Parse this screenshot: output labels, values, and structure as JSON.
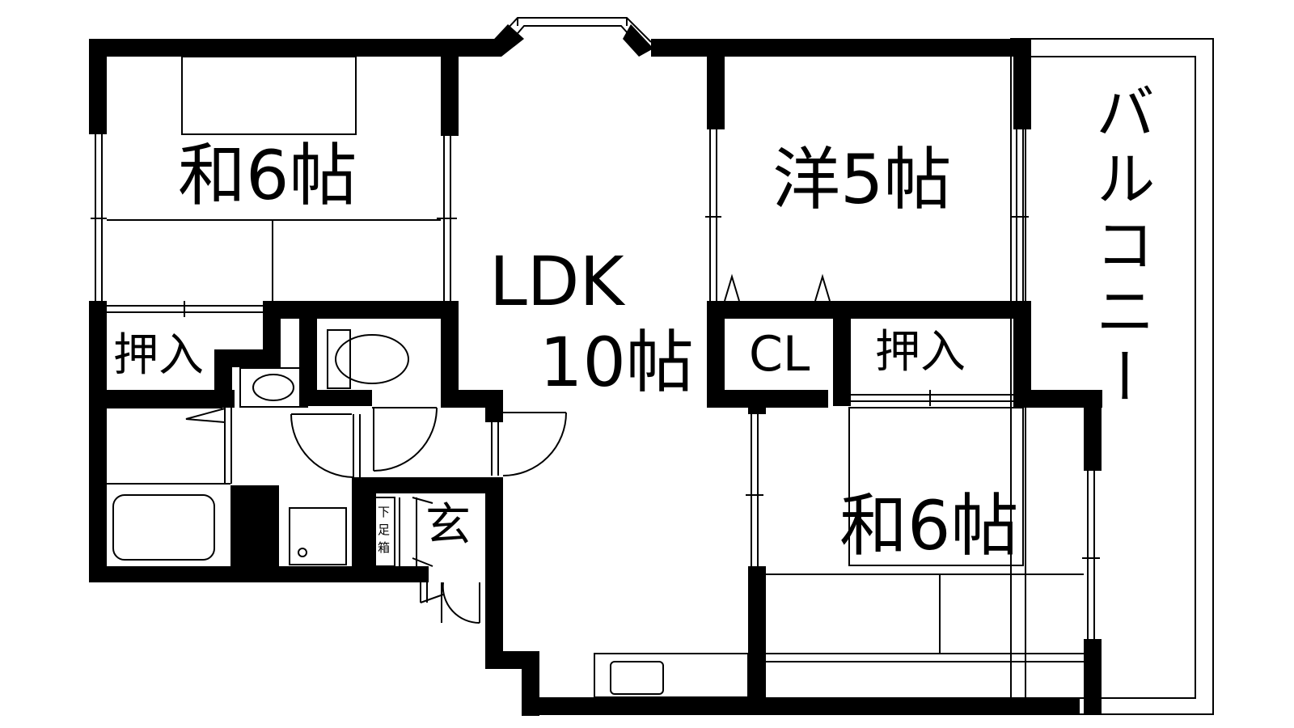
{
  "rooms": {
    "washitsu_nw": "和6帖",
    "yoshitsu": "洋5帖",
    "washitsu_se": "和6帖",
    "ldk_name": "LDK",
    "ldk_size": "10帖",
    "oshiire_w": "押入",
    "oshiire_e": "押入",
    "closet": "CL",
    "genkan": "玄",
    "shoe_box_1": "下",
    "shoe_box_2": "足",
    "shoe_box_3": "箱",
    "balcony": "バルコニー"
  }
}
